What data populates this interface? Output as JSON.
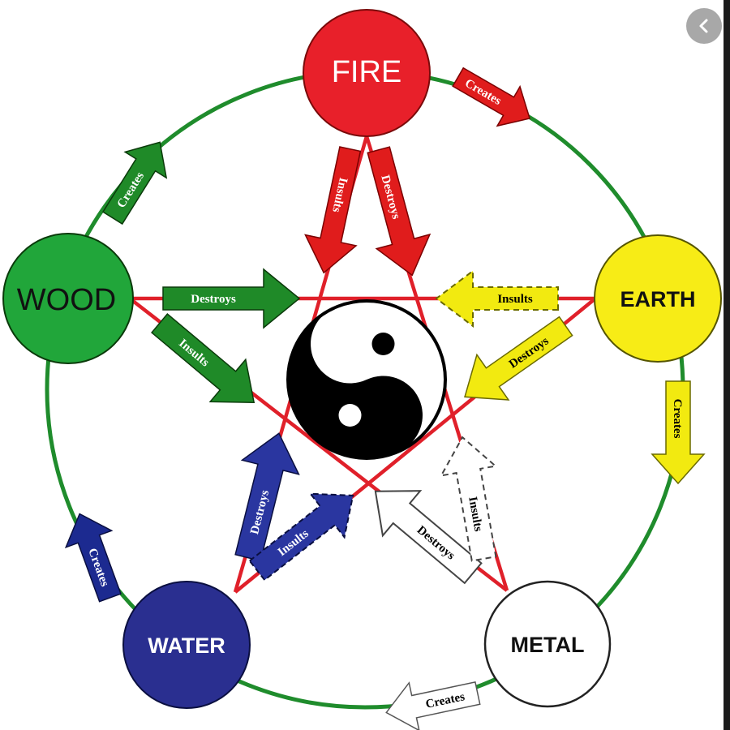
{
  "elements": {
    "fire": {
      "label": "FIRE",
      "fill": "#e8202a",
      "text_color": "#ffffff"
    },
    "earth": {
      "label": "EARTH",
      "fill": "#f7ec16",
      "text_color": "#111111"
    },
    "metal": {
      "label": "METAL",
      "fill": "#ffffff",
      "text_color": "#111111"
    },
    "water": {
      "label": "WATER",
      "fill": "#2a2f90",
      "text_color": "#ffffff"
    },
    "wood": {
      "label": "WOOD",
      "fill": "#21a63a",
      "text_color": "#111111"
    }
  },
  "arrows": {
    "fire_creates": "Creates",
    "earth_creates": "Creates",
    "metal_creates": "Creates",
    "water_creates": "Creates",
    "wood_creates": "Creates",
    "wood_destroys": "Destroys",
    "wood_insults": "Insults",
    "fire_insults": "Insults",
    "fire_destroys": "Destroys",
    "earth_insults": "Insults",
    "earth_destroys": "Destroys",
    "water_destroys": "Destroys",
    "water_insults": "Insults",
    "metal_destroys": "Destroys",
    "metal_insults": "Insults"
  },
  "colors": {
    "cycle_ring": "#1f8c2c",
    "pentagram": "#e0202a",
    "fire": "#e01c1c",
    "earth": "#f2ea10",
    "metal": "#ffffff",
    "water": "#2a36a0",
    "wood": "#1f8a28"
  },
  "controls": {
    "back_icon": "chevron-left-icon"
  }
}
